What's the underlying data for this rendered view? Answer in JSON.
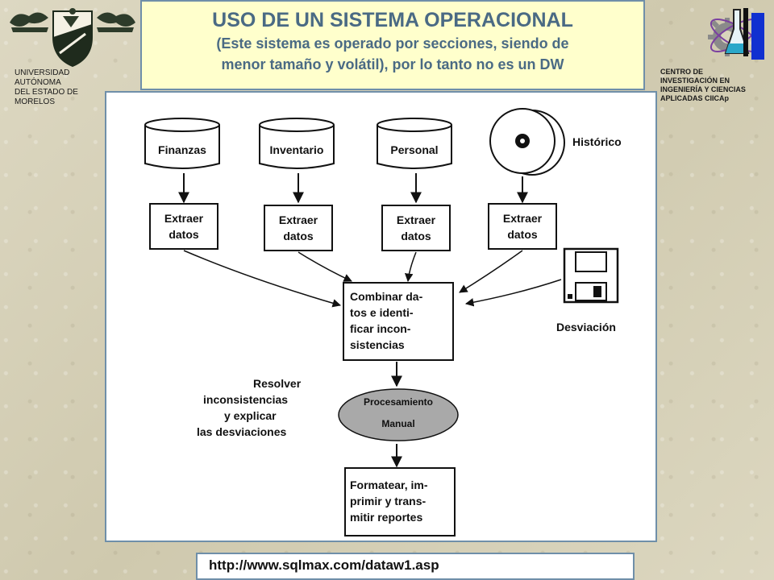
{
  "header": {
    "title": "USO DE UN SISTEMA OPERACIONAL",
    "subtitle_line1": "(Este sistema es operado por secciones, siendo de",
    "subtitle_line2": "menor tamaño y volátil), por lo tanto no es un DW"
  },
  "left_institution": {
    "name": "UNIVERSIDAD\nAUTÓNOMA\nDEL ESTADO DE\nMORELOS"
  },
  "right_institution": {
    "name": "CENTRO DE\nINVESTIGACIÓN EN\nINGENIERÍA Y CIENCIAS\nAPLICADAS CIICAp"
  },
  "diagram": {
    "sources": [
      "Finanzas",
      "Inventario",
      "Personal"
    ],
    "historic_label": "Histórico",
    "extract_line1": "Extraer",
    "extract_line2": "datos",
    "combine_lines": [
      "Combinar da-",
      "tos e identi-",
      "ficar incon-",
      "sistencias"
    ],
    "deviation_label": "Desviación",
    "resolve_lines": [
      "Resolver",
      "inconsistencias",
      "y explicar",
      "las desviaciones"
    ],
    "manual_line1": "Procesamiento",
    "manual_line2": "Manual",
    "format_lines": [
      "Formatear, im-",
      "primir y trans-",
      "mitir reportes"
    ]
  },
  "footer": {
    "url": "http://www.sqlmax.com/dataw1.asp"
  },
  "colors": {
    "title_text": "#4a6a84",
    "title_bg": "#ffffcc",
    "frame_border": "#6f8fa9",
    "manual_ellipse": "#a9a9a9"
  }
}
